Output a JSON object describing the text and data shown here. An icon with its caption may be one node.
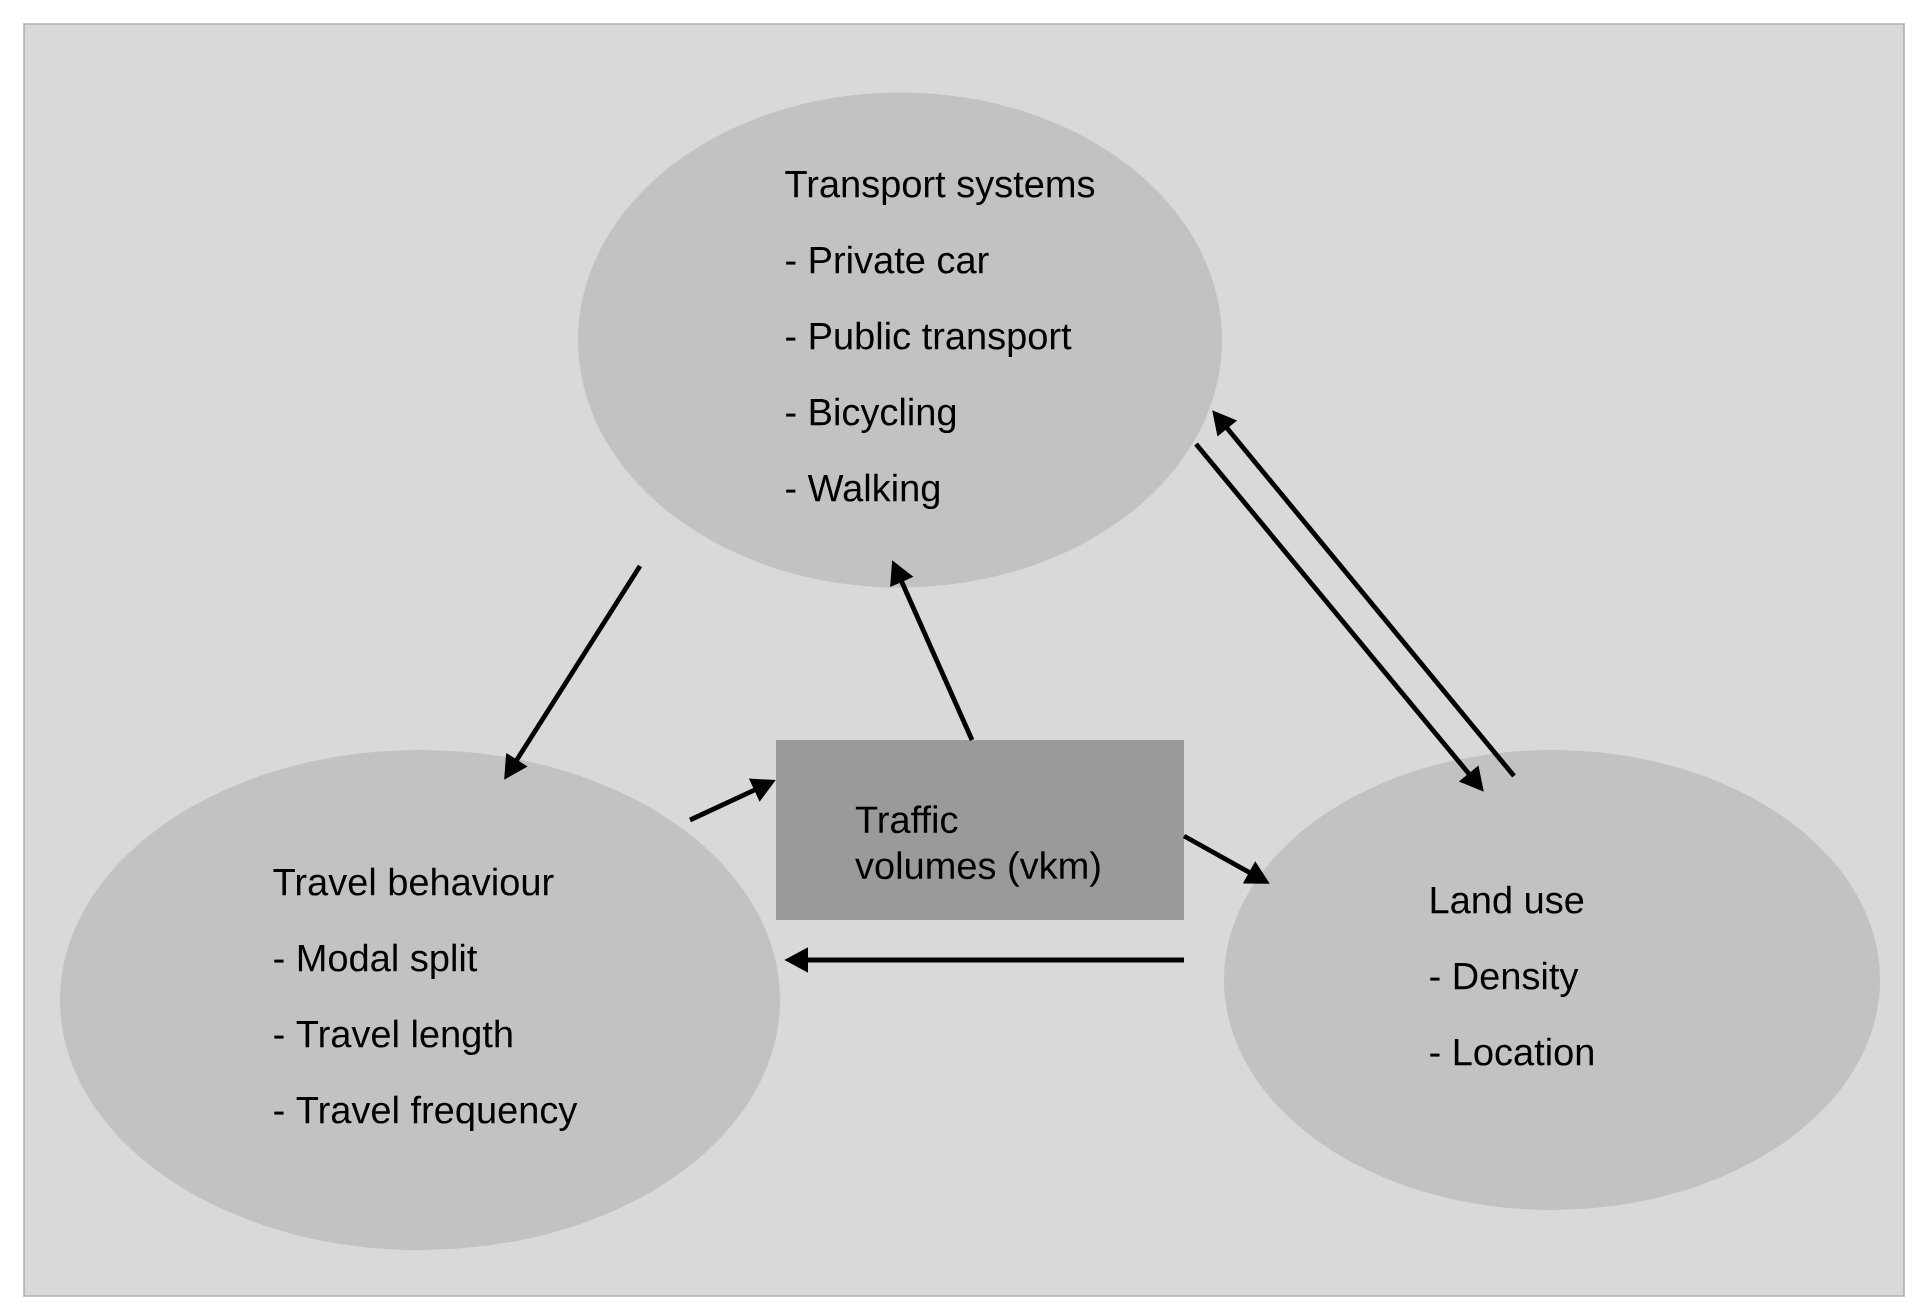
{
  "diagram": {
    "nodes": [
      {
        "text": [
          "Transport systems",
          "- Private car",
          "- Public transport",
          "- Bicycling",
          "- Walking"
        ]
      },
      {
        "text": [
          "Travel behaviour",
          "- Modal split",
          "- Travel length",
          "- Travel frequency"
        ]
      },
      {
        "text": [
          "Land use",
          "- Density",
          "- Location"
        ]
      },
      {
        "text": [
          "Traffic volumes (vkm)"
        ]
      }
    ],
    "edges": [
      {
        "from": 0,
        "to": 1,
        "arrow": "to"
      },
      {
        "from": 3,
        "to": 0,
        "arrow": "to"
      },
      {
        "from": 1,
        "to": 3,
        "arrow": "to"
      },
      {
        "from": 3,
        "to": 2,
        "arrow": "to"
      },
      {
        "from": 0,
        "to": 2,
        "arrow": "to"
      },
      {
        "from": 2,
        "to": 0,
        "arrow": "to"
      },
      {
        "from": 2,
        "to": 1,
        "arrow": "to"
      }
    ]
  }
}
